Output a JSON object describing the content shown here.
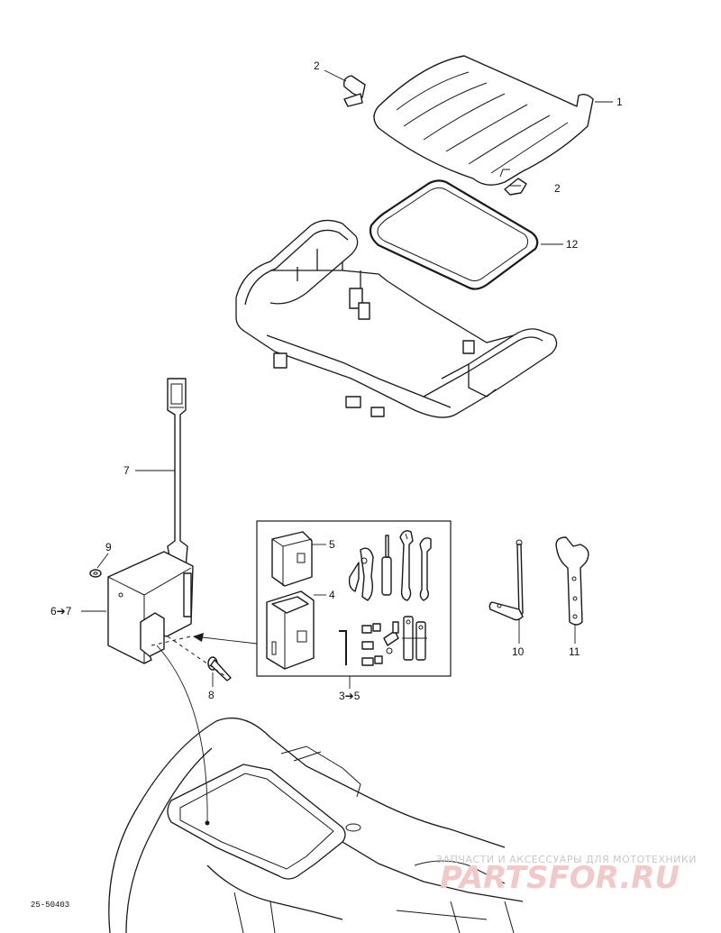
{
  "callouts": {
    "c1": "1",
    "c2a": "2",
    "c2b": "2",
    "c12": "12",
    "c7": "7",
    "c9": "9",
    "c67": "6➔7",
    "c5": "5",
    "c4": "4",
    "c35": "3➔5",
    "c8": "8",
    "c10": "10",
    "c11": "11"
  },
  "drawing_ref": "25-50403",
  "watermark": {
    "tagline": "ЗАПЧАСТИ И АКСЕССУАРЫ ДЛЯ МОТОТЕХНИКИ",
    "site": "PARTSFOR.RU",
    "color": "#e8a8a8"
  }
}
